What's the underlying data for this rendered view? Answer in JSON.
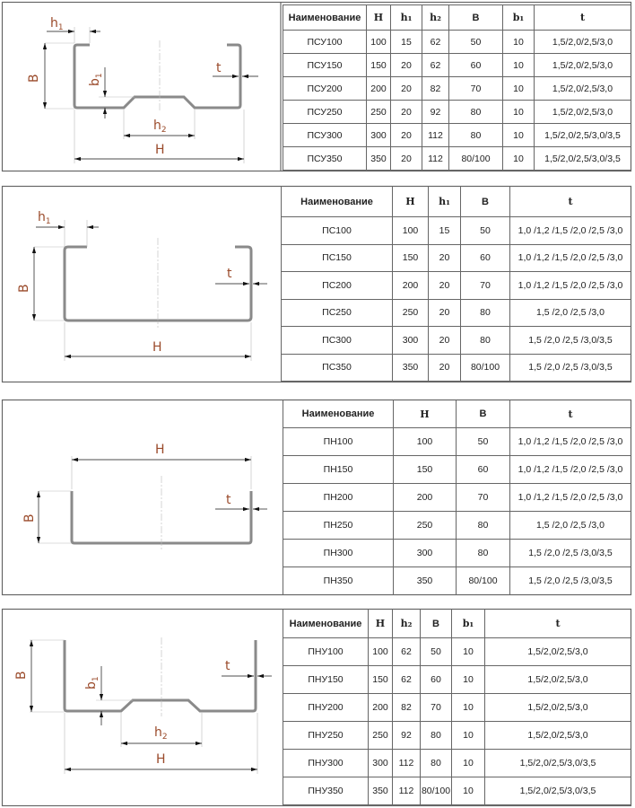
{
  "colors": {
    "dimension_label": "#9a4a2a",
    "profile": "#8a8a8a",
    "frame": "#666666"
  },
  "sections": [
    {
      "id": "psu",
      "drawing_labels": {
        "h1": "h",
        "h1_sub": "1",
        "B": "B",
        "b1": "b",
        "b1_sub": "1",
        "h2": "h",
        "h2_sub": "2",
        "H": "H",
        "t": "t"
      },
      "headers": [
        "Наименование",
        "H",
        "h₁",
        "h₂",
        "B",
        "b₁",
        "t"
      ],
      "rows": [
        [
          "ПСУ100",
          "100",
          "15",
          "62",
          "50",
          "10",
          "1,5/2,0/2,5/3,0"
        ],
        [
          "ПСУ150",
          "150",
          "20",
          "62",
          "60",
          "10",
          "1,5/2,0/2,5/3,0"
        ],
        [
          "ПСУ200",
          "200",
          "20",
          "82",
          "70",
          "10",
          "1,5/2,0/2,5/3,0"
        ],
        [
          "ПСУ250",
          "250",
          "20",
          "92",
          "80",
          "10",
          "1,5/2,0/2,5/3,0"
        ],
        [
          "ПСУ300",
          "300",
          "20",
          "112",
          "80",
          "10",
          "1,5/2,0/2,5/3,0/3,5"
        ],
        [
          "ПСУ350",
          "350",
          "20",
          "112",
          "80/100",
          "10",
          "1,5/2,0/2,5/3,0/3,5"
        ]
      ]
    },
    {
      "id": "ps",
      "drawing_labels": {
        "h1": "h",
        "h1_sub": "1",
        "B": "B",
        "H": "H",
        "t": "t"
      },
      "headers": [
        "Наименование",
        "H",
        "h₁",
        "B",
        "t"
      ],
      "rows": [
        [
          "ПС100",
          "100",
          "15",
          "50",
          "1,0 /1,2 /1,5 /2,0 /2,5 /3,0"
        ],
        [
          "ПС150",
          "150",
          "20",
          "60",
          "1,0 /1,2 /1,5 /2,0 /2,5 /3,0"
        ],
        [
          "ПС200",
          "200",
          "20",
          "70",
          "1,0 /1,2 /1,5 /2,0 /2,5 /3,0"
        ],
        [
          "ПС250",
          "250",
          "20",
          "80",
          "1,5 /2,0 /2,5 /3,0"
        ],
        [
          "ПС300",
          "300",
          "20",
          "80",
          "1,5 /2,0 /2,5 /3,0/3,5"
        ],
        [
          "ПС350",
          "350",
          "20",
          "80/100",
          "1,5 /2,0 /2,5 /3,0/3,5"
        ]
      ]
    },
    {
      "id": "pn",
      "drawing_labels": {
        "B": "B",
        "H": "H",
        "t": "t"
      },
      "headers": [
        "Наименование",
        "H",
        "B",
        "t"
      ],
      "rows": [
        [
          "ПН100",
          "100",
          "50",
          "1,0 /1,2 /1,5 /2,0 /2,5 /3,0"
        ],
        [
          "ПН150",
          "150",
          "60",
          "1,0 /1,2 /1,5 /2,0 /2,5 /3,0"
        ],
        [
          "ПН200",
          "200",
          "70",
          "1,0 /1,2 /1,5 /2,0 /2,5 /3,0"
        ],
        [
          "ПН250",
          "250",
          "80",
          "1,5 /2,0 /2,5 /3,0"
        ],
        [
          "ПН300",
          "300",
          "80",
          "1,5 /2,0 /2,5 /3,0/3,5"
        ],
        [
          "ПН350",
          "350",
          "80/100",
          "1,5 /2,0 /2,5 /3,0/3,5"
        ]
      ]
    },
    {
      "id": "pnu",
      "drawing_labels": {
        "B": "B",
        "b1": "b",
        "b1_sub": "1",
        "h2": "h",
        "h2_sub": "2",
        "H": "H",
        "t": "t"
      },
      "headers": [
        "Наименование",
        "H",
        "h₂",
        "B",
        "b₁",
        "t"
      ],
      "rows": [
        [
          "ПНУ100",
          "100",
          "62",
          "50",
          "10",
          "1,5/2,0/2,5/3,0"
        ],
        [
          "ПНУ150",
          "150",
          "62",
          "60",
          "10",
          "1,5/2,0/2,5/3,0"
        ],
        [
          "ПНУ200",
          "200",
          "82",
          "70",
          "10",
          "1,5/2,0/2,5/3,0"
        ],
        [
          "ПНУ250",
          "250",
          "92",
          "80",
          "10",
          "1,5/2,0/2,5/3,0"
        ],
        [
          "ПНУ300",
          "300",
          "112",
          "80",
          "10",
          "1,5/2,0/2,5/3,0/3,5"
        ],
        [
          "ПНУ350",
          "350",
          "112",
          "80/100",
          "10",
          "1,5/2,0/2,5/3,0/3,5"
        ]
      ]
    }
  ]
}
